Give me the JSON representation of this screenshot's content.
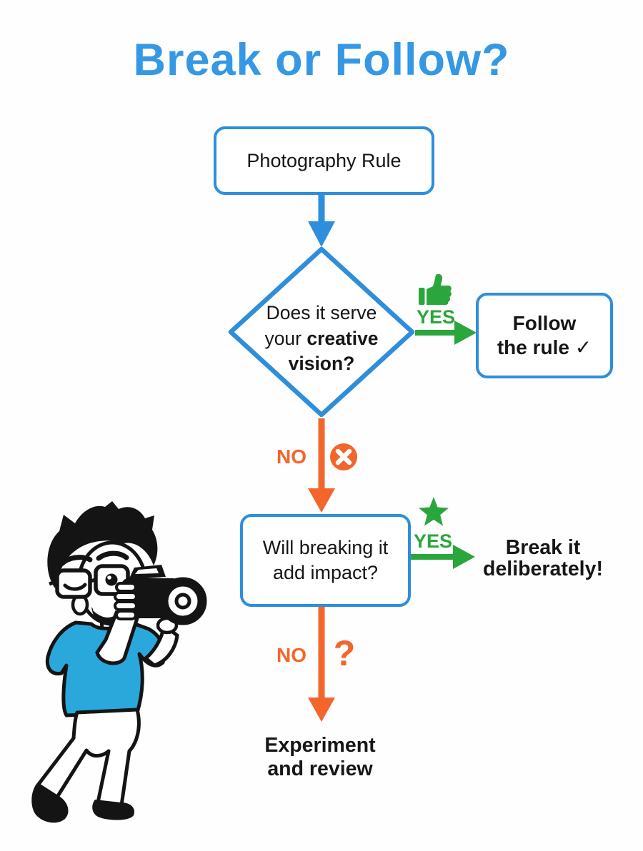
{
  "title": "Break or Follow?",
  "colors": {
    "blue_stroke": "#2E8EDB",
    "title_blue": "#3598E4",
    "green": "#2AA63C",
    "orange": "#F2662B",
    "text_dark": "#161616",
    "shirt_blue": "#2AA7DB"
  },
  "flow": {
    "start_box": {
      "label": "Photography Rule"
    },
    "decision1": {
      "line1": "Does it serve",
      "line2_normal": "your ",
      "line2_bold": "creative",
      "line3_bold": "vision?"
    },
    "branch_yes1": {
      "label": "YES"
    },
    "follow_box": {
      "line1": "Follow",
      "line2": "the rule ✓"
    },
    "branch_no1": {
      "label": "NO"
    },
    "decision2": {
      "line1": "Will breaking it",
      "line2": "add impact?"
    },
    "branch_yes2": {
      "label": "YES"
    },
    "break_text": {
      "line1": "Break it",
      "line2": "deliberately!"
    },
    "branch_no2": {
      "label": "NO",
      "mark": "?"
    },
    "end_text": {
      "line1": "Experiment",
      "line2": "and review"
    }
  }
}
